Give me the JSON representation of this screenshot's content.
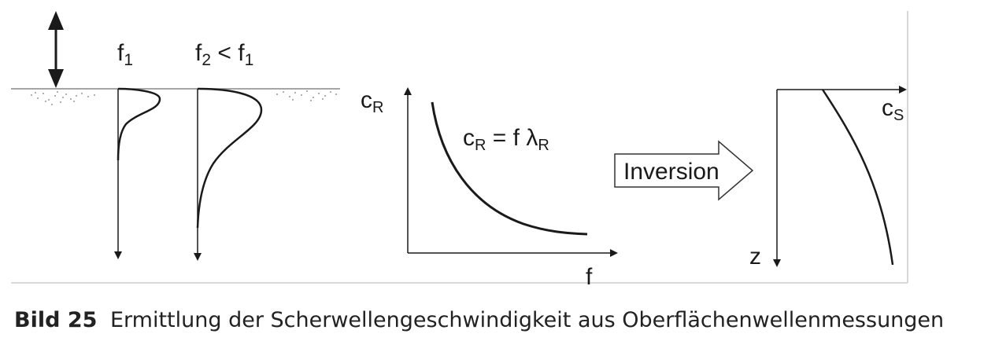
{
  "panel1": {
    "label_f1": "f",
    "label_f1_sub": "1",
    "label_f2": "f",
    "label_f2_sub": "2",
    "label_lt": " < f",
    "label_lt_sub": "1"
  },
  "panel2": {
    "y_label": "c",
    "y_label_sub": "R",
    "x_label": "f",
    "eq_c": "c",
    "eq_c_sub": "R",
    "eq_mid": " = f ",
    "eq_lambda": "λ",
    "eq_lambda_sub": "R"
  },
  "arrow_label": "Inversion",
  "panel3": {
    "x_label": "c",
    "x_label_sub": "S",
    "y_label": "z"
  },
  "caption": {
    "number": "Bild 25",
    "text": "Ermittlung der Scherwellengeschwindigkeit aus Oberflächenwellenmessungen"
  }
}
